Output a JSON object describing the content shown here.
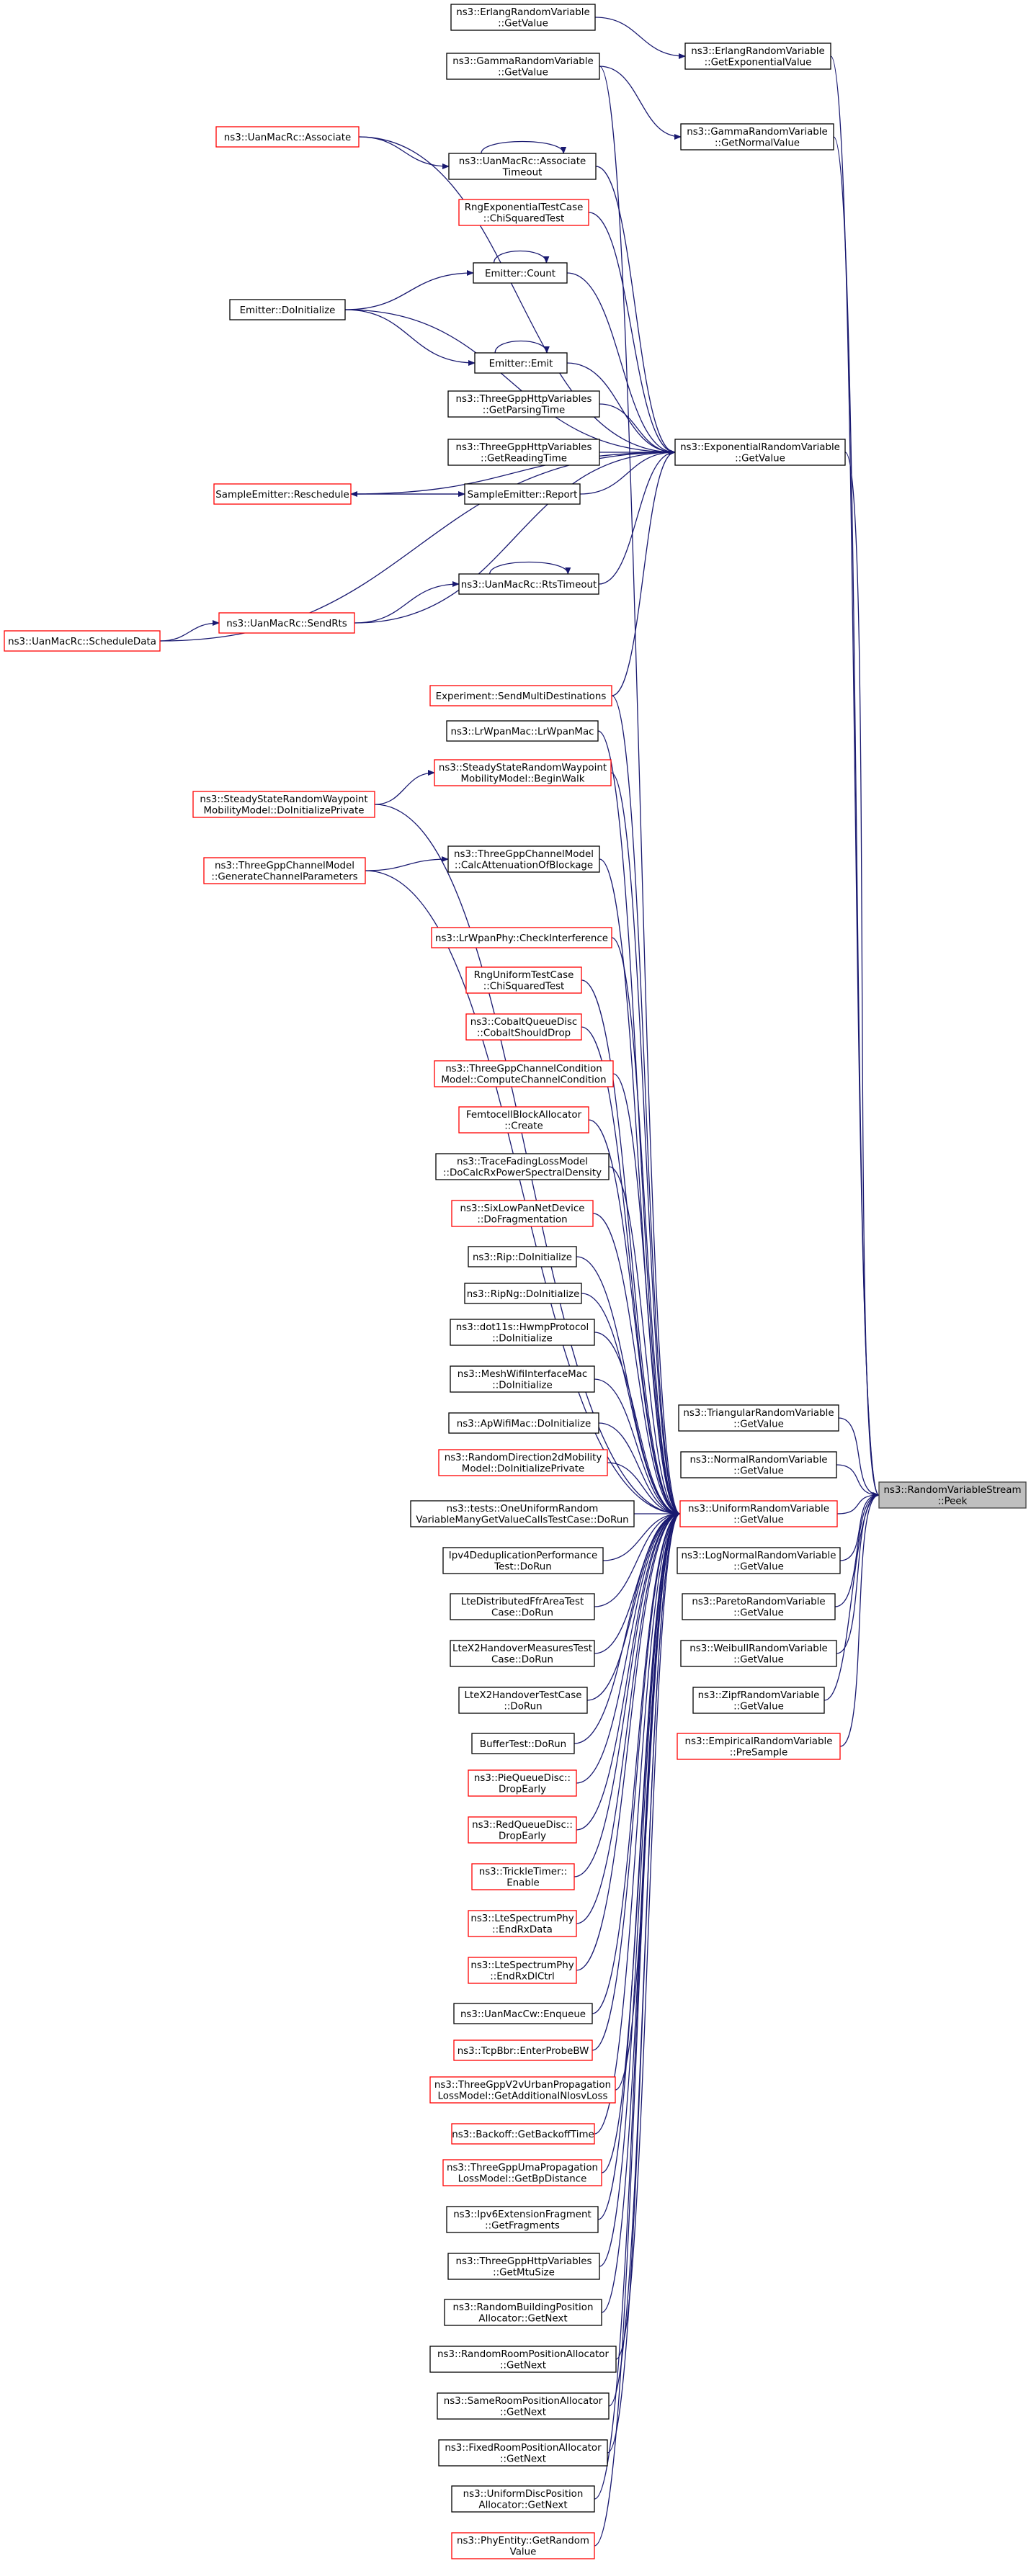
{
  "diagram": {
    "nodes": [
      {
        "id": "peek",
        "lines": [
          "ns3::RandomVariableStream",
          "::Peek"
        ],
        "style": "target"
      },
      {
        "id": "erlang_gv",
        "lines": [
          "ns3::ErlangRandomVariable",
          "::GetValue"
        ],
        "style": "black"
      },
      {
        "id": "erlang_gev",
        "lines": [
          "ns3::ErlangRandomVariable",
          "::GetExponentialValue"
        ],
        "style": "black"
      },
      {
        "id": "gamma_gv",
        "lines": [
          "ns3::GammaRandomVariable",
          "::GetValue"
        ],
        "style": "black"
      },
      {
        "id": "gamma_gnv",
        "lines": [
          "ns3::GammaRandomVariable",
          "::GetNormalValue"
        ],
        "style": "black"
      },
      {
        "id": "uan_assoc",
        "lines": [
          "ns3::UanMacRc::Associate"
        ],
        "style": "red"
      },
      {
        "id": "uan_assoc_to",
        "lines": [
          "ns3::UanMacRc::Associate",
          "Timeout"
        ],
        "style": "black"
      },
      {
        "id": "rng_exp_chi",
        "lines": [
          "RngExponentialTestCase",
          "::ChiSquaredTest"
        ],
        "style": "red"
      },
      {
        "id": "em_count",
        "lines": [
          "Emitter::Count"
        ],
        "style": "black"
      },
      {
        "id": "em_init",
        "lines": [
          "Emitter::DoInitialize"
        ],
        "style": "black"
      },
      {
        "id": "em_emit",
        "lines": [
          "Emitter::Emit"
        ],
        "style": "black"
      },
      {
        "id": "http_parse",
        "lines": [
          "ns3::ThreeGppHttpVariables",
          "::GetParsingTime"
        ],
        "style": "black"
      },
      {
        "id": "http_read",
        "lines": [
          "ns3::ThreeGppHttpVariables",
          "::GetReadingTime"
        ],
        "style": "black"
      },
      {
        "id": "exp_gv",
        "lines": [
          "ns3::ExponentialRandomVariable",
          "::GetValue"
        ],
        "style": "black"
      },
      {
        "id": "se_resched",
        "lines": [
          "SampleEmitter::Reschedule"
        ],
        "style": "red"
      },
      {
        "id": "se_report",
        "lines": [
          "SampleEmitter::Report"
        ],
        "style": "black"
      },
      {
        "id": "uan_rts_to",
        "lines": [
          "ns3::UanMacRc::RtsTimeout"
        ],
        "style": "black"
      },
      {
        "id": "uan_sendrts",
        "lines": [
          "ns3::UanMacRc::SendRts"
        ],
        "style": "red"
      },
      {
        "id": "uan_sched",
        "lines": [
          "ns3::UanMacRc::ScheduleData"
        ],
        "style": "red"
      },
      {
        "id": "exp_smd",
        "lines": [
          "Experiment::SendMultiDestinations"
        ],
        "style": "red"
      },
      {
        "id": "lrwpan_mac",
        "lines": [
          "ns3::LrWpanMac::LrWpanMac"
        ],
        "style": "black"
      },
      {
        "id": "ssrw_bw",
        "lines": [
          "ns3::SteadyStateRandomWaypoint",
          "MobilityModel::BeginWalk"
        ],
        "style": "red"
      },
      {
        "id": "ssrw_dip",
        "lines": [
          "ns3::SteadyStateRandomWaypoint",
          "MobilityModel::DoInitializePrivate"
        ],
        "style": "red"
      },
      {
        "id": "tgcm_cab",
        "lines": [
          "ns3::ThreeGppChannelModel",
          "::CalcAttenuationOfBlockage"
        ],
        "style": "black"
      },
      {
        "id": "tgcm_gcp",
        "lines": [
          "ns3::ThreeGppChannelModel",
          "::GenerateChannelParameters"
        ],
        "style": "red"
      },
      {
        "id": "lrwpan_ci",
        "lines": [
          "ns3::LrWpanPhy::CheckInterference"
        ],
        "style": "red"
      },
      {
        "id": "rng_uni_chi",
        "lines": [
          "RngUniformTestCase",
          "::ChiSquaredTest"
        ],
        "style": "red"
      },
      {
        "id": "cobalt",
        "lines": [
          "ns3::CobaltQueueDisc",
          "::CobaltShouldDrop"
        ],
        "style": "red"
      },
      {
        "id": "tgcc",
        "lines": [
          "ns3::ThreeGppChannelCondition",
          "Model::ComputeChannelCondition"
        ],
        "style": "red"
      },
      {
        "id": "ffr_create",
        "lines": [
          "FemtocellBlockAllocator",
          "::Create"
        ],
        "style": "red"
      },
      {
        "id": "tracefading",
        "lines": [
          "ns3::TraceFadingLossModel",
          "::DoCalcRxPowerSpectralDensity"
        ],
        "style": "black"
      },
      {
        "id": "sixlowpan",
        "lines": [
          "ns3::SixLowPanNetDevice",
          "::DoFragmentation"
        ],
        "style": "red"
      },
      {
        "id": "rip_init",
        "lines": [
          "ns3::Rip::DoInitialize"
        ],
        "style": "black"
      },
      {
        "id": "ripng_init",
        "lines": [
          "ns3::RipNg::DoInitialize"
        ],
        "style": "black"
      },
      {
        "id": "hwmp_init",
        "lines": [
          "ns3::dot11s::HwmpProtocol",
          "::DoInitialize"
        ],
        "style": "black"
      },
      {
        "id": "meshwifi_init",
        "lines": [
          "ns3::MeshWifiInterfaceMac",
          "::DoInitialize"
        ],
        "style": "black"
      },
      {
        "id": "apwifi_init",
        "lines": [
          "ns3::ApWifiMac::DoInitialize"
        ],
        "style": "black"
      },
      {
        "id": "rd2d_dip",
        "lines": [
          "ns3::RandomDirection2dMobility",
          "Model::DoInitializePrivate"
        ],
        "style": "red"
      },
      {
        "id": "one_uniform",
        "lines": [
          "ns3::tests::OneUniformRandom",
          "VariableManyGetValueCallsTestCase::DoRun"
        ],
        "style": "black"
      },
      {
        "id": "uni_gv",
        "lines": [
          "ns3::UniformRandomVariable",
          "::GetValue"
        ],
        "style": "red"
      },
      {
        "id": "ipv4dedup",
        "lines": [
          "Ipv4DeduplicationPerformance",
          "Test::DoRun"
        ],
        "style": "black"
      },
      {
        "id": "lte_ffr",
        "lines": [
          "LteDistributedFfrAreaTest",
          "Case::DoRun"
        ],
        "style": "black"
      },
      {
        "id": "ltex2_meas",
        "lines": [
          "LteX2HandoverMeasuresTest",
          "Case::DoRun"
        ],
        "style": "black"
      },
      {
        "id": "ltex2",
        "lines": [
          "LteX2HandoverTestCase",
          "::DoRun"
        ],
        "style": "black"
      },
      {
        "id": "buffertest",
        "lines": [
          "BufferTest::DoRun"
        ],
        "style": "black"
      },
      {
        "id": "pie_drop",
        "lines": [
          "ns3::PieQueueDisc::",
          "DropEarly"
        ],
        "style": "red"
      },
      {
        "id": "red_drop",
        "lines": [
          "ns3::RedQueueDisc::",
          "DropEarly"
        ],
        "style": "red"
      },
      {
        "id": "trickle",
        "lines": [
          "ns3::TrickleTimer::",
          "Enable"
        ],
        "style": "red"
      },
      {
        "id": "lte_endrxdata",
        "lines": [
          "ns3::LteSpectrumPhy",
          "::EndRxData"
        ],
        "style": "red"
      },
      {
        "id": "lte_endrxdl",
        "lines": [
          "ns3::LteSpectrumPhy",
          "::EndRxDlCtrl"
        ],
        "style": "red"
      },
      {
        "id": "uanmaccw",
        "lines": [
          "ns3::UanMacCw::Enqueue"
        ],
        "style": "black"
      },
      {
        "id": "tcpbbr",
        "lines": [
          "ns3::TcpBbr::EnterProbeBW"
        ],
        "style": "red"
      },
      {
        "id": "v2v",
        "lines": [
          "ns3::ThreeGppV2vUrbanPropagation",
          "LossModel::GetAdditionalNlosvLoss"
        ],
        "style": "red"
      },
      {
        "id": "backoff",
        "lines": [
          "ns3::Backoff::GetBackoffTime"
        ],
        "style": "red"
      },
      {
        "id": "uma",
        "lines": [
          "ns3::ThreeGppUmaPropagation",
          "LossModel::GetBpDistance"
        ],
        "style": "red"
      },
      {
        "id": "ipv6frag",
        "lines": [
          "ns3::Ipv6ExtensionFragment",
          "::GetFragments"
        ],
        "style": "black"
      },
      {
        "id": "http_mtu",
        "lines": [
          "ns3::ThreeGppHttpVariables",
          "::GetMtuSize"
        ],
        "style": "black"
      },
      {
        "id": "rbpa",
        "lines": [
          "ns3::RandomBuildingPosition",
          "Allocator::GetNext"
        ],
        "style": "black"
      },
      {
        "id": "rrpa",
        "lines": [
          "ns3::RandomRoomPositionAllocator",
          "::GetNext"
        ],
        "style": "black"
      },
      {
        "id": "srpa",
        "lines": [
          "ns3::SameRoomPositionAllocator",
          "::GetNext"
        ],
        "style": "black"
      },
      {
        "id": "frpa",
        "lines": [
          "ns3::FixedRoomPositionAllocator",
          "::GetNext"
        ],
        "style": "black"
      },
      {
        "id": "udpa",
        "lines": [
          "ns3::UniformDiscPosition",
          "Allocator::GetNext"
        ],
        "style": "black"
      },
      {
        "id": "phyentity",
        "lines": [
          "ns3::PhyEntity::GetRandom",
          "Value"
        ],
        "style": "red"
      },
      {
        "id": "tri_gv",
        "lines": [
          "ns3::TriangularRandomVariable",
          "::GetValue"
        ],
        "style": "black"
      },
      {
        "id": "normal_gv",
        "lines": [
          "ns3::NormalRandomVariable",
          "::GetValue"
        ],
        "style": "black"
      },
      {
        "id": "lognormal_gv",
        "lines": [
          "ns3::LogNormalRandomVariable",
          "::GetValue"
        ],
        "style": "black"
      },
      {
        "id": "pareto_gv",
        "lines": [
          "ns3::ParetoRandomVariable",
          "::GetValue"
        ],
        "style": "black"
      },
      {
        "id": "weibull_gv",
        "lines": [
          "ns3::WeibullRandomVariable",
          "::GetValue"
        ],
        "style": "black"
      },
      {
        "id": "zipf_gv",
        "lines": [
          "ns3::ZipfRandomVariable",
          "::GetValue"
        ],
        "style": "black"
      },
      {
        "id": "empirical_ps",
        "lines": [
          "ns3::EmpiricalRandomVariable",
          "::PreSample"
        ],
        "style": "red"
      }
    ],
    "edges": [
      [
        "erlang_gv",
        "erlang_gev"
      ],
      [
        "erlang_gev",
        "peek"
      ],
      [
        "gamma_gv",
        "gamma_gnv"
      ],
      [
        "gamma_gv",
        "uni_gv"
      ],
      [
        "gamma_gnv",
        "peek"
      ],
      [
        "uan_assoc",
        "uan_assoc_to"
      ],
      [
        "uan_assoc",
        "exp_gv"
      ],
      [
        "uan_assoc_to",
        "uan_assoc_to"
      ],
      [
        "uan_assoc_to",
        "exp_gv"
      ],
      [
        "rng_exp_chi",
        "exp_gv"
      ],
      [
        "em_init",
        "em_count"
      ],
      [
        "em_init",
        "em_emit"
      ],
      [
        "em_init",
        "exp_gv"
      ],
      [
        "em_count",
        "em_count"
      ],
      [
        "em_count",
        "exp_gv"
      ],
      [
        "em_emit",
        "em_emit"
      ],
      [
        "em_emit",
        "exp_gv"
      ],
      [
        "http_parse",
        "exp_gv"
      ],
      [
        "http_read",
        "exp_gv"
      ],
      [
        "se_report",
        "se_resched"
      ],
      [
        "se_resched",
        "se_report"
      ],
      [
        "se_report",
        "exp_gv"
      ],
      [
        "se_resched",
        "exp_gv"
      ],
      [
        "uan_rts_to",
        "uan_rts_to"
      ],
      [
        "uan_rts_to",
        "exp_gv"
      ],
      [
        "uan_sendrts",
        "uan_rts_to"
      ],
      [
        "uan_sendrts",
        "exp_gv"
      ],
      [
        "uan_sched",
        "uan_sendrts"
      ],
      [
        "uan_sched",
        "exp_gv"
      ],
      [
        "exp_smd",
        "exp_gv"
      ],
      [
        "exp_gv",
        "peek"
      ],
      [
        "ssrw_dip",
        "ssrw_bw"
      ],
      [
        "tgcm_gcp",
        "tgcm_cab"
      ],
      [
        "exp_smd",
        "uni_gv"
      ],
      [
        "lrwpan_mac",
        "uni_gv"
      ],
      [
        "ssrw_bw",
        "uni_gv"
      ],
      [
        "ssrw_dip",
        "uni_gv"
      ],
      [
        "tgcm_cab",
        "uni_gv"
      ],
      [
        "tgcm_gcp",
        "uni_gv"
      ],
      [
        "lrwpan_ci",
        "uni_gv"
      ],
      [
        "rng_uni_chi",
        "uni_gv"
      ],
      [
        "cobalt",
        "uni_gv"
      ],
      [
        "tgcc",
        "uni_gv"
      ],
      [
        "ffr_create",
        "uni_gv"
      ],
      [
        "tracefading",
        "uni_gv"
      ],
      [
        "sixlowpan",
        "uni_gv"
      ],
      [
        "rip_init",
        "uni_gv"
      ],
      [
        "ripng_init",
        "uni_gv"
      ],
      [
        "hwmp_init",
        "uni_gv"
      ],
      [
        "meshwifi_init",
        "uni_gv"
      ],
      [
        "apwifi_init",
        "uni_gv"
      ],
      [
        "rd2d_dip",
        "uni_gv"
      ],
      [
        "one_uniform",
        "uni_gv"
      ],
      [
        "ipv4dedup",
        "uni_gv"
      ],
      [
        "lte_ffr",
        "uni_gv"
      ],
      [
        "ltex2_meas",
        "uni_gv"
      ],
      [
        "ltex2",
        "uni_gv"
      ],
      [
        "buffertest",
        "uni_gv"
      ],
      [
        "pie_drop",
        "uni_gv"
      ],
      [
        "red_drop",
        "uni_gv"
      ],
      [
        "trickle",
        "uni_gv"
      ],
      [
        "lte_endrxdata",
        "uni_gv"
      ],
      [
        "lte_endrxdl",
        "uni_gv"
      ],
      [
        "uanmaccw",
        "uni_gv"
      ],
      [
        "tcpbbr",
        "uni_gv"
      ],
      [
        "v2v",
        "uni_gv"
      ],
      [
        "backoff",
        "uni_gv"
      ],
      [
        "uma",
        "uni_gv"
      ],
      [
        "ipv6frag",
        "uni_gv"
      ],
      [
        "http_mtu",
        "uni_gv"
      ],
      [
        "rbpa",
        "uni_gv"
      ],
      [
        "rrpa",
        "uni_gv"
      ],
      [
        "srpa",
        "uni_gv"
      ],
      [
        "frpa",
        "uni_gv"
      ],
      [
        "udpa",
        "uni_gv"
      ],
      [
        "phyentity",
        "uni_gv"
      ],
      [
        "uni_gv",
        "peek"
      ],
      [
        "tri_gv",
        "peek"
      ],
      [
        "normal_gv",
        "peek"
      ],
      [
        "lognormal_gv",
        "peek"
      ],
      [
        "pareto_gv",
        "peek"
      ],
      [
        "weibull_gv",
        "peek"
      ],
      [
        "zipf_gv",
        "peek"
      ],
      [
        "empirical_ps",
        "peek"
      ]
    ]
  }
}
